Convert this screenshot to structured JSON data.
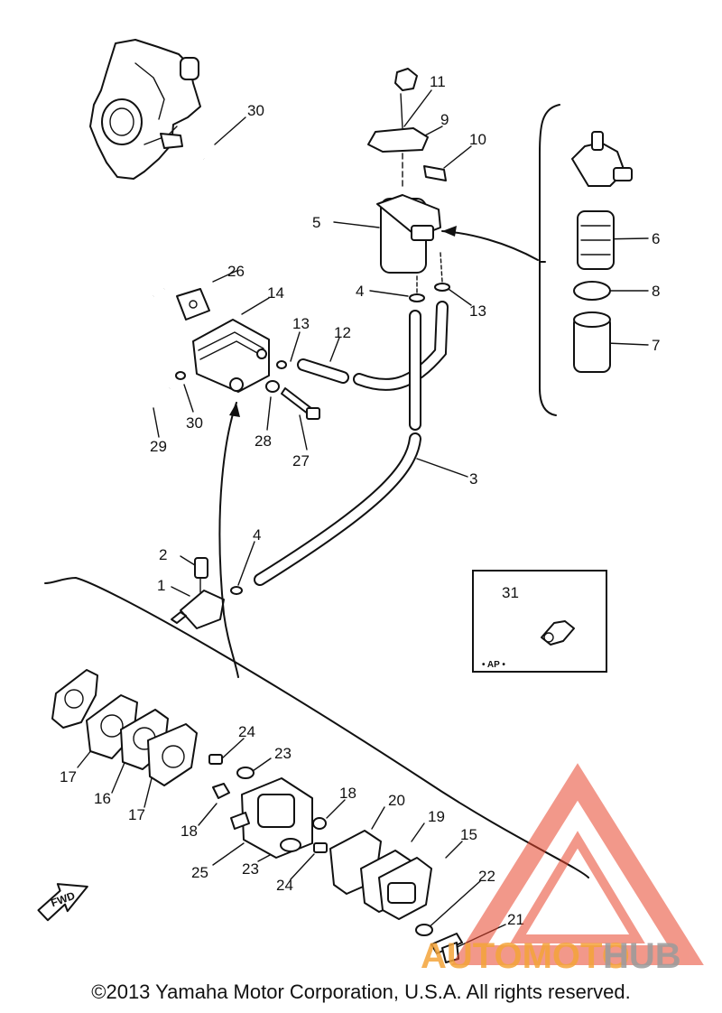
{
  "callouts": {
    "c1": "1",
    "c2": "2",
    "c3": "3",
    "c4a": "4",
    "c4b": "4",
    "c5": "5",
    "c6": "6",
    "c7": "7",
    "c8": "8",
    "c9": "9",
    "c10": "10",
    "c11": "11",
    "c12": "12",
    "c13a": "13",
    "c13b": "13",
    "c14": "14",
    "c15": "15",
    "c16": "16",
    "c17a": "17",
    "c17b": "17",
    "c18a": "18",
    "c18b": "18",
    "c19": "19",
    "c20": "20",
    "c21": "21",
    "c22": "22",
    "c23a": "23",
    "c23b": "23",
    "c24a": "24",
    "c24b": "24",
    "c25": "25",
    "c26": "26",
    "c27": "27",
    "c28": "28",
    "c29": "29",
    "c30a": "30",
    "c30b": "30",
    "c31": "31"
  },
  "fwd_label": "FWD",
  "ap_label": "• AP •",
  "watermark": {
    "part1": "AUTOMOTO",
    "part2": "HUB",
    "color1": "#f4a43a",
    "color2": "#9b9b9b",
    "triangle_color": "#e8442c"
  },
  "copyright": "©2013 Yamaha Motor Corporation, U.S.A. All rights reserved."
}
